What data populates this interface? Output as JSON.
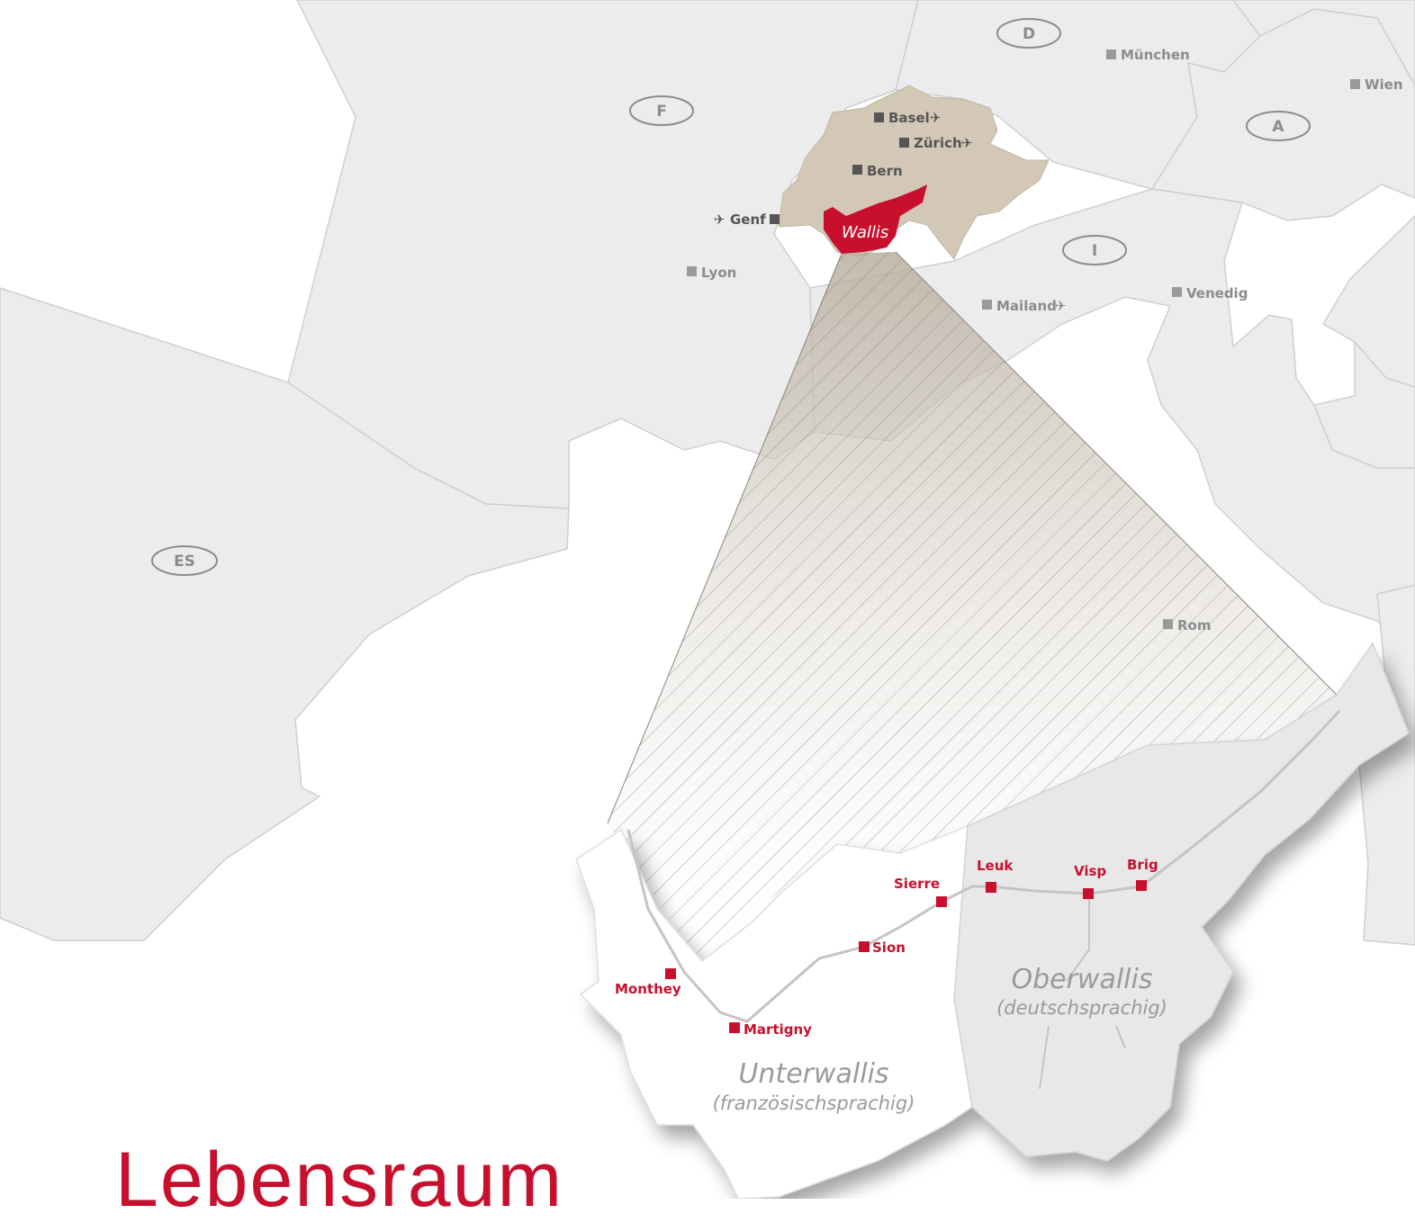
{
  "title": "Lebensraum",
  "country_codes": {
    "germany": "D",
    "france": "F",
    "austria": "A",
    "italy": "I",
    "spain": "ES"
  },
  "cities": {
    "munich": "München",
    "vienna": "Wien",
    "basel": "Basel",
    "zurich": "Zürich",
    "bern": "Bern",
    "geneva": "Genf",
    "lyon": "Lyon",
    "milan": "Mailand",
    "venice": "Venedig",
    "rome": "Rom"
  },
  "airport_symbol": "✈",
  "highlight_region": "Wallis",
  "wallis_towns": {
    "monthey": "Monthey",
    "martigny": "Martigny",
    "sion": "Sion",
    "sierre": "Sierre",
    "leuk": "Leuk",
    "visp": "Visp",
    "brig": "Brig"
  },
  "regions": {
    "upper": {
      "name": "Oberwallis",
      "language": "(deutschsprachig)"
    },
    "lower": {
      "name": "Unterwallis",
      "language": "(französischsprachig)"
    }
  },
  "colors": {
    "land": "#ececec",
    "sea": "#ffffff",
    "switzerland": "#d3c7b6",
    "accent_red": "#c8102e",
    "label_grey": "#8c8c8c"
  }
}
